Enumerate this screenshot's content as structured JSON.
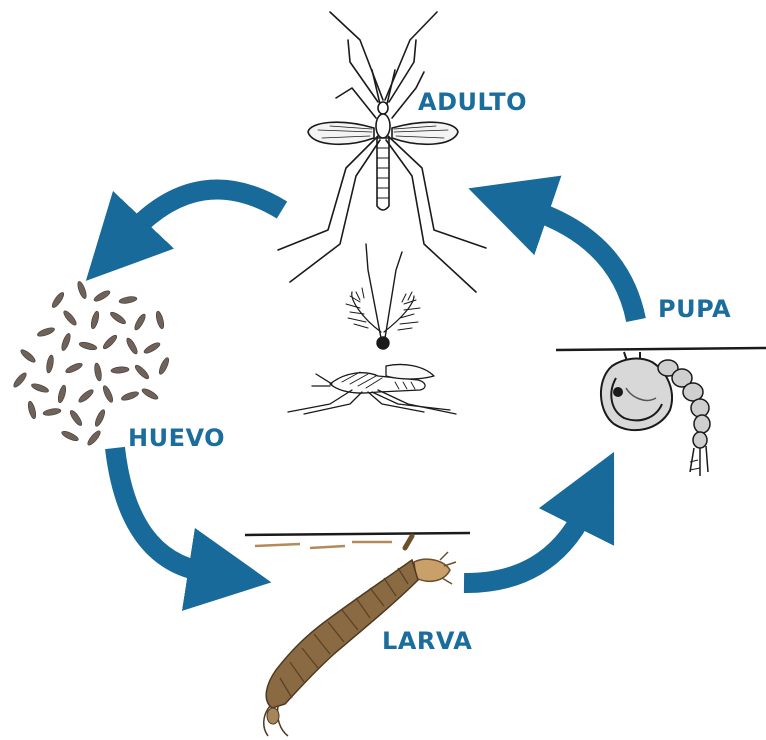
{
  "labels": {
    "adult": "ADULTO",
    "pupa": "PUPA",
    "egg": "HUEVO",
    "larva": "LARVA"
  },
  "colors": {
    "label": "#1b6d9c",
    "arrow": "#176a9a",
    "ink": "#1a1a1a",
    "egg": "#6e625a",
    "larva_body": "#8a6a42",
    "larva_segment": "#6b4f2e",
    "water": "#1a1a1a"
  },
  "icons": {
    "adult": "mosquito-adult-icon",
    "adult_resting": "mosquito-resting-icon",
    "adult_head": "mosquito-head-icon",
    "pupa": "mosquito-pupa-icon",
    "egg": "egg-cluster-icon",
    "larva": "mosquito-larva-icon",
    "arrow": "cycle-arrow-icon"
  }
}
